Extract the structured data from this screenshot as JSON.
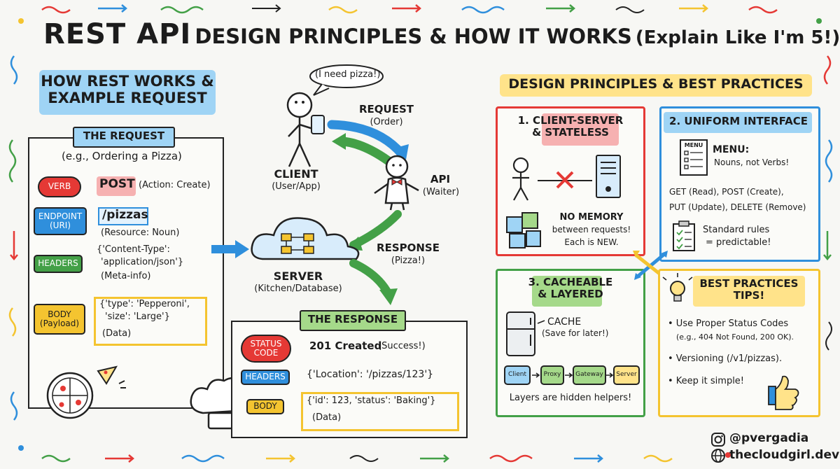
{
  "title": {
    "main": "REST API",
    "sub": "DESIGN PRINCIPLES & HOW IT WORKS",
    "tagline": "(Explain Like I'm 5!)"
  },
  "left": {
    "heading_line1": "HOW REST WORKS &",
    "heading_line2": "EXAMPLE REQUEST",
    "request": {
      "title": "THE REQUEST",
      "subtitle": "(e.g., Ordering a Pizza)",
      "verb_tag": "VERB",
      "verb_value": "POST",
      "verb_note": "(Action: Create)",
      "endpoint_tag_line1": "ENDPOINT",
      "endpoint_tag_line2": "(URI)",
      "endpoint_value": "/pizzas",
      "endpoint_note": "(Resource: Noun)",
      "headers_tag": "HEADERS",
      "headers_line1": "{'Content-Type':",
      "headers_line2": "'application/json'}",
      "headers_note": "(Meta-info)",
      "body_tag_line1": "BODY",
      "body_tag_line2": "(Payload)",
      "body_line1": "{'type': 'Pepperoni',",
      "body_line2": "'size': 'Large'}",
      "body_note": "(Data)"
    }
  },
  "center": {
    "speech": "(I need pizza!)",
    "client_label": "CLIENT",
    "client_sub": "(User/App)",
    "request_label": "REQUEST",
    "request_sub": "(Order)",
    "api_label": "API",
    "api_sub": "(Waiter)",
    "server_label": "SERVER",
    "server_sub": "(Kitchen/Database)",
    "response_label": "RESPONSE",
    "response_sub": "(Pizza!)",
    "response": {
      "title": "THE RESPONSE",
      "status_tag_line1": "STATUS",
      "status_tag_line2": "CODE",
      "status_value": "201 Created",
      "status_note": "(Success!)",
      "headers_tag": "HEADERS",
      "headers_value": "{'Location': '/pizzas/123'}",
      "body_tag": "BODY",
      "body_value": "{'id': 123, 'status': 'Baking'}",
      "body_note": "(Data)"
    }
  },
  "right": {
    "heading": "DESIGN PRINCIPLES & BEST PRACTICES",
    "p1": {
      "title_line1": "1. CLIENT-SERVER",
      "title_line2": "& STATELESS",
      "note_line1": "NO MEMORY",
      "note_line2": "between requests!",
      "note_line3": "Each is NEW."
    },
    "p2": {
      "title": "2. UNIFORM INTERFACE",
      "menu_card": "MENU",
      "menu_label": "MENU:",
      "menu_note": "Nouns, not Verbs!",
      "methods_line1": "GET (Read), POST (Create),",
      "methods_line2": "PUT (Update), DELETE (Remove)",
      "rules_line1": "Standard rules",
      "rules_line2": "= predictable!"
    },
    "p3": {
      "title_line1": "3. CACHEABLE",
      "title_line2": "& LAYERED",
      "cache_label": "CACHE",
      "cache_note": "(Save for later!)",
      "layers": [
        "Client",
        "Proxy",
        "Gateway",
        "Server"
      ],
      "layers_note": "Layers are hidden helpers!"
    },
    "tips": {
      "title_line1": "BEST PRACTICES",
      "title_line2": "TIPS!",
      "tip1": "• Use Proper Status Codes",
      "tip1_sub": "(e.g., 404 Not Found, 200 OK).",
      "tip2": "• Versioning (/v1/pizzas).",
      "tip3": "• Keep it simple!"
    }
  },
  "footer": {
    "handle": "@pvergadia",
    "site": "thecloudgirl.dev"
  },
  "colors": {
    "red": "#e53935",
    "blue": "#2f8fdc",
    "green": "#43a047",
    "yellow": "#f4c430",
    "pink": "#f6b1b1",
    "light_blue": "#9fd4f5",
    "light_green": "#a5d98a",
    "light_yellow": "#ffe38a"
  }
}
